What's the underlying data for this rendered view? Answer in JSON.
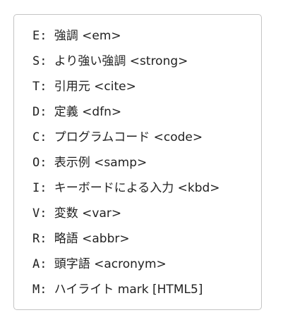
{
  "items": [
    {
      "key": "E:",
      "text": "強調 <em>"
    },
    {
      "key": "S:",
      "text": "より強い強調 <strong>"
    },
    {
      "key": "T:",
      "text": "引用元 <cite>"
    },
    {
      "key": "D:",
      "text": "定義 <dfn>"
    },
    {
      "key": "C:",
      "text": "プログラムコード <code>"
    },
    {
      "key": "O:",
      "text": "表示例 <samp>"
    },
    {
      "key": "I:",
      "text": "キーボードによる入力 <kbd>"
    },
    {
      "key": "V:",
      "text": "変数 <var>"
    },
    {
      "key": "R:",
      "text": "略語 <abbr>"
    },
    {
      "key": "A:",
      "text": "頭字語 <acronym>"
    },
    {
      "key": "M:",
      "text": "ハイライト mark [HTML5]"
    }
  ]
}
